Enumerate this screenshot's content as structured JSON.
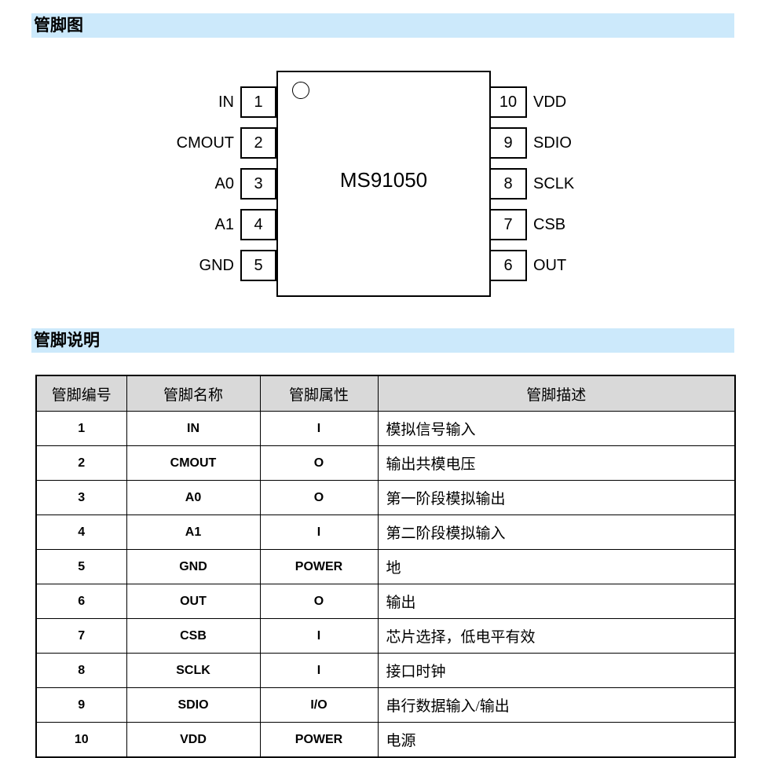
{
  "sections": {
    "pin_diagram_title": "管脚图",
    "pin_description_title": "管脚说明"
  },
  "chip": {
    "name": "MS91050",
    "left_pins": [
      {
        "label": "IN",
        "number": "1"
      },
      {
        "label": "CMOUT",
        "number": "2"
      },
      {
        "label": "A0",
        "number": "3"
      },
      {
        "label": "A1",
        "number": "4"
      },
      {
        "label": "GND",
        "number": "5"
      }
    ],
    "right_pins": [
      {
        "number": "10",
        "label": "VDD"
      },
      {
        "number": "9",
        "label": "SDIO"
      },
      {
        "number": "8",
        "label": "SCLK"
      },
      {
        "number": "7",
        "label": "CSB"
      },
      {
        "number": "6",
        "label": "OUT"
      }
    ]
  },
  "pin_table": {
    "headers": [
      "管脚编号",
      "管脚名称",
      "管脚属性",
      "管脚描述"
    ],
    "rows": [
      {
        "num": "1",
        "name": "IN",
        "attr": "I",
        "desc": "模拟信号输入"
      },
      {
        "num": "2",
        "name": "CMOUT",
        "attr": "O",
        "desc": "输出共模电压"
      },
      {
        "num": "3",
        "name": "A0",
        "attr": "O",
        "desc": "第一阶段模拟输出"
      },
      {
        "num": "4",
        "name": "A1",
        "attr": "I",
        "desc": "第二阶段模拟输入"
      },
      {
        "num": "5",
        "name": "GND",
        "attr": "POWER",
        "desc": "地"
      },
      {
        "num": "6",
        "name": "OUT",
        "attr": "O",
        "desc": "输出"
      },
      {
        "num": "7",
        "name": "CSB",
        "attr": "I",
        "desc": "芯片选择，低电平有效"
      },
      {
        "num": "8",
        "name": "SCLK",
        "attr": "I",
        "desc": "接口时钟"
      },
      {
        "num": "9",
        "name": "SDIO",
        "attr": "I/O",
        "desc": "串行数据输入/输出"
      },
      {
        "num": "10",
        "name": "VDD",
        "attr": "POWER",
        "desc": "电源"
      }
    ]
  },
  "colors": {
    "section_bar_bg": "#cce9fb",
    "table_header_bg": "#d9d9d9",
    "border_color": "#000000"
  }
}
